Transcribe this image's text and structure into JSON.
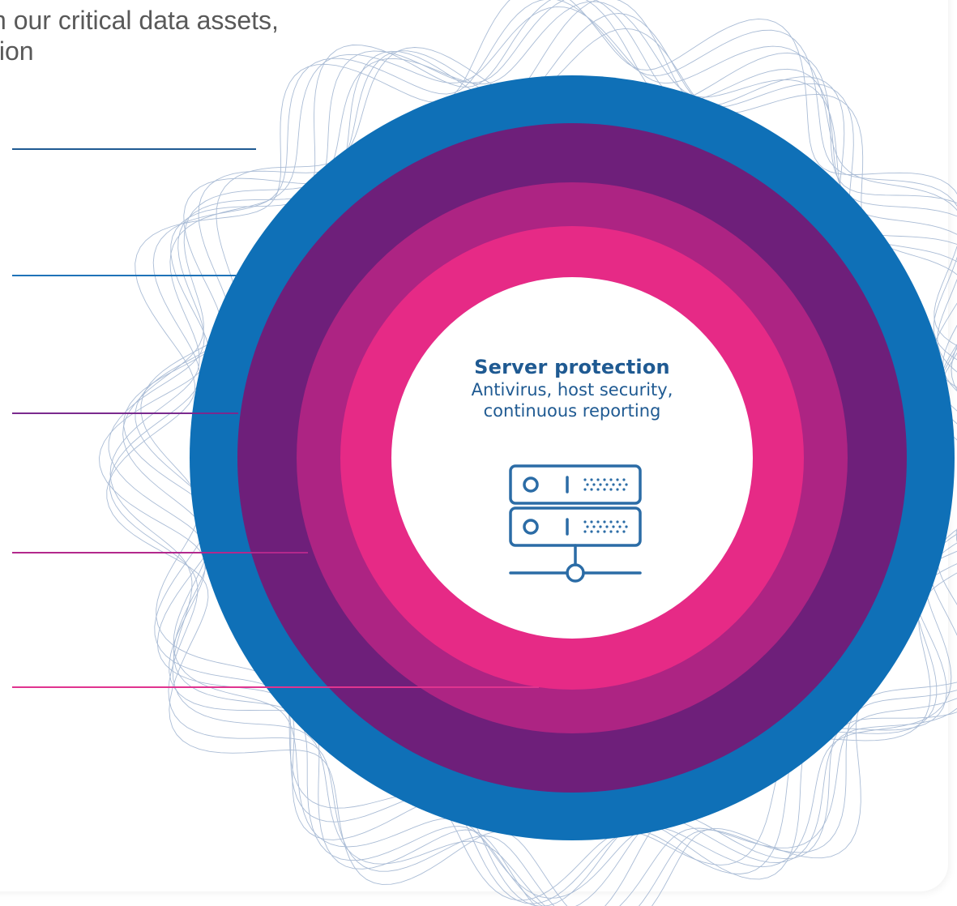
{
  "intro": {
    "text": "n our critical data assets,\ntion"
  },
  "center": {
    "title": "Server protection",
    "description": "Antivirus, host security,\ncontinuous reporting",
    "icon": "server-network-icon"
  },
  "colors": {
    "ring_blue": "#0f70b7",
    "ring_dark_purple": "#6e1f7a",
    "ring_magenta": "#ad2483",
    "ring_pink": "#e62a86",
    "line_1": "#1f5a92",
    "line_2": "#1f73b8",
    "line_3": "#7a2a8e",
    "line_4": "#b3288c",
    "line_5": "#e0348f",
    "icon_stroke": "#2b6ca6",
    "text_primary": "#1f5a92",
    "text_intro": "#595959"
  },
  "layers": [
    {
      "name": "outer-blue-ring",
      "color_key": "ring_blue"
    },
    {
      "name": "dark-purple-ring",
      "color_key": "ring_dark_purple"
    },
    {
      "name": "magenta-ring",
      "color_key": "ring_magenta"
    },
    {
      "name": "pink-ring",
      "color_key": "ring_pink"
    },
    {
      "name": "center-disc",
      "color_key": "white"
    }
  ],
  "leader_lines": [
    {
      "name": "leader-line-1",
      "color_key": "line_1"
    },
    {
      "name": "leader-line-2",
      "color_key": "line_2"
    },
    {
      "name": "leader-line-3",
      "color_key": "line_3"
    },
    {
      "name": "leader-line-4",
      "color_key": "line_4"
    },
    {
      "name": "leader-line-5",
      "color_key": "line_5"
    }
  ]
}
